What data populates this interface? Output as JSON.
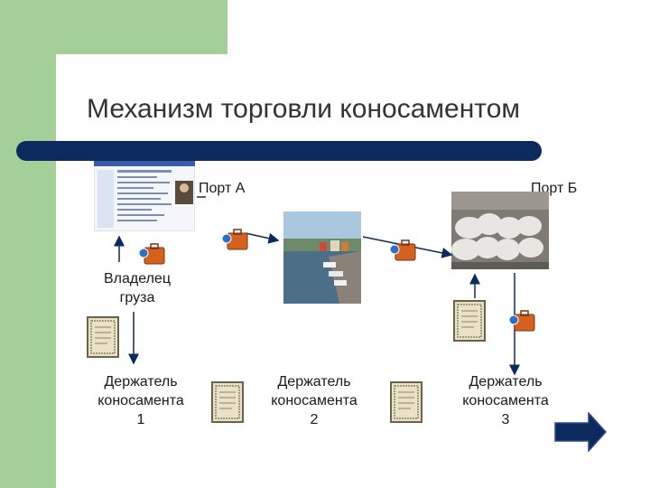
{
  "slide": {
    "title": "Механизм торговли коносаментом"
  },
  "ports": {
    "a": "Порт А",
    "b": "Порт Б"
  },
  "owner": {
    "line1": "Владелец",
    "line2": "груза"
  },
  "holders": [
    {
      "line1": "Держатель",
      "line2": "коносамента",
      "number": "1"
    },
    {
      "line1": "Держатель",
      "line2": "коносамента",
      "number": "2"
    },
    {
      "line1": "Держатель",
      "line2": "коносамента",
      "number": "3"
    }
  ],
  "icons": {
    "document": "bill-of-lading-document-icon",
    "briefcase": "briefcase-icon",
    "website": "website-screenshot",
    "harbor": "harbor-photo",
    "warehouse": "warehouse-photo",
    "next": "next-arrow-icon"
  },
  "colors": {
    "sidebar_green": "#a4cf98",
    "rule_navy": "#0c2a5e",
    "arrow_navy": "#0c2a5e",
    "briefcase_orange": "#d4621e"
  }
}
